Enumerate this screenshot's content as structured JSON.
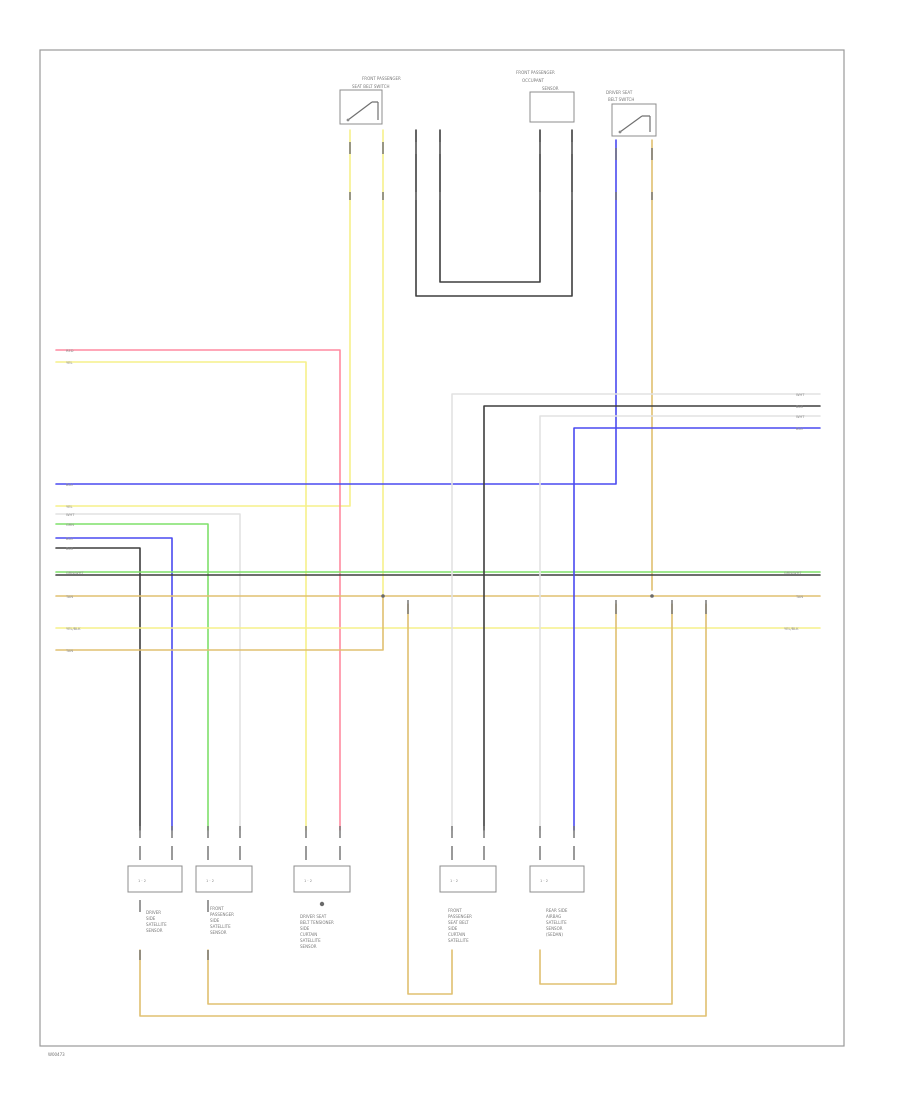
{
  "diagram": {
    "footer_code": "W00473",
    "colors": {
      "red": "#ff8aa0",
      "yellow": "#f6f08a",
      "blue": "#4a4af0",
      "green": "#7fe06a",
      "gray": "#7c7c7c",
      "tan": "#e0c070",
      "white": "#e2e2e2",
      "black": "#3e3e3e"
    },
    "top_components": [
      {
        "title": "FRONT PASSENGER",
        "subtitle": "SEAT BELT SWITCH"
      },
      {
        "title": "FRONT PASSENGER",
        "subtitle": "OCCUPANT",
        "subtitle2": "SENSOR"
      },
      {
        "title": "DRIVER SEAT",
        "subtitle": "BELT SWITCH"
      }
    ],
    "bottom_components": [
      {
        "lines": [
          "DRIVER",
          "SIDE",
          "SATELLITE",
          "SENSOR"
        ]
      },
      {
        "lines": [
          "FRONT",
          "PASSENGER",
          "SIDE",
          "SATELLITE",
          "SENSOR"
        ]
      },
      {
        "lines": [
          "DRIVER SEAT",
          "BELT TENSIONER",
          "SIDE",
          "CURTAIN",
          "SATELLITE",
          "SENSOR"
        ]
      },
      {
        "lines": [
          "FRONT",
          "PASSENGER",
          "SEAT BELT",
          "SIDE",
          "CURTAIN",
          "SATELLITE"
        ]
      },
      {
        "lines": [
          "REAR SIDE",
          "AIRBAG",
          "SATELLITE",
          "SENSOR",
          "(SEDAN)"
        ]
      }
    ],
    "left_labels": [
      "RED",
      "YEL",
      "BLU",
      "YEL",
      "WHT",
      "GRN",
      "BLU",
      "BLK",
      "GRN/WHT",
      "TAN",
      "YEL/BLK",
      "TAN"
    ],
    "right_labels": [
      "WHT",
      "BLK",
      "WHT",
      "BLU",
      "GRN/WHT",
      "TAN",
      "YEL/BLK"
    ]
  }
}
